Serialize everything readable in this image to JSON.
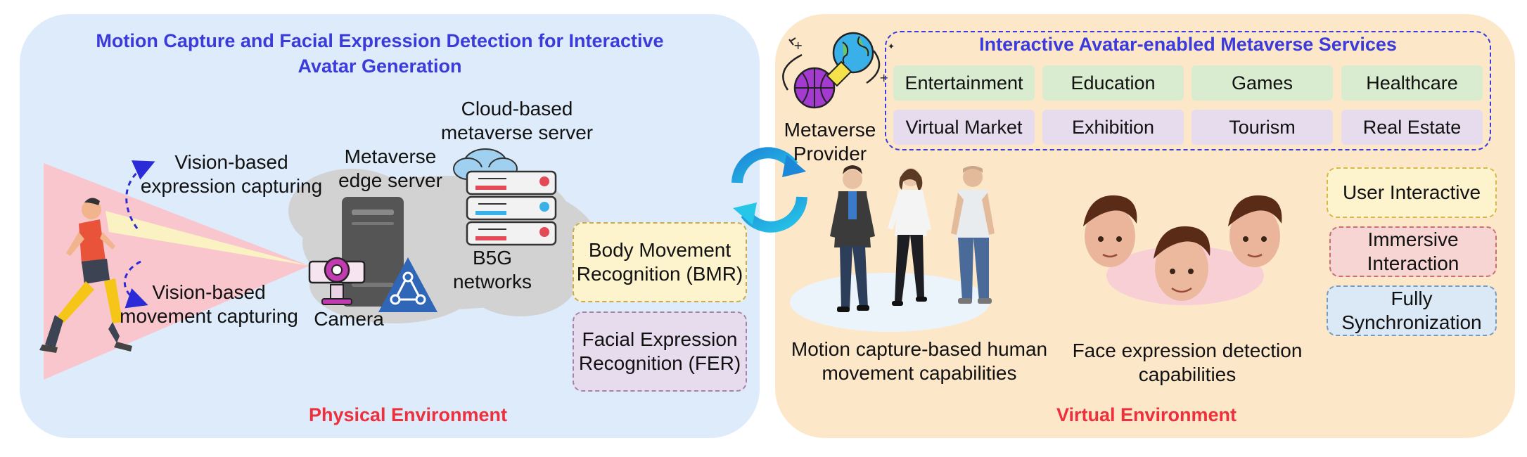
{
  "physical": {
    "title": "Motion Capture and Facial Expression Detection for Interactive Avatar Generation",
    "footer": "Physical Environment",
    "expression_capture": "Vision-based expression capturing",
    "movement_capture": "Vision-based movement capturing",
    "camera": "Camera",
    "edge_server": "Metaverse edge server",
    "cloud_server": "Cloud-based metaverse server",
    "networks": "B5G networks",
    "bmr": "Body Movement Recognition (BMR)",
    "fer": "Facial Expression Recognition (FER)"
  },
  "virtual": {
    "footer": "Virtual Environment",
    "provider": "Metaverse Provider",
    "services_title": "Interactive Avatar-enabled Metaverse Services",
    "services_row1": [
      "Entertainment",
      "Education",
      "Games",
      "Healthcare"
    ],
    "services_row2": [
      "Virtual Market",
      "Exhibition",
      "Tourism",
      "Real Estate"
    ],
    "motion_caption": "Motion capture-based human movement capabilities",
    "face_caption": "Face expression detection capabilities",
    "feature_user": "User Interactive",
    "feature_immersive": "Immersive Interaction",
    "feature_sync": "Fully Synchronization"
  },
  "colors": {
    "physical_bg": "#ddebfb",
    "virtual_bg": "#fde7c9",
    "title_blue": "#3b3bdc",
    "footer_red": "#ef2f3c",
    "service_green": "#d9ecd0",
    "service_purple": "#e6dcee",
    "feature_yellow": "#fdf3cd",
    "feature_pink": "#f6d5d3",
    "feature_blue": "#dbe8f5"
  }
}
